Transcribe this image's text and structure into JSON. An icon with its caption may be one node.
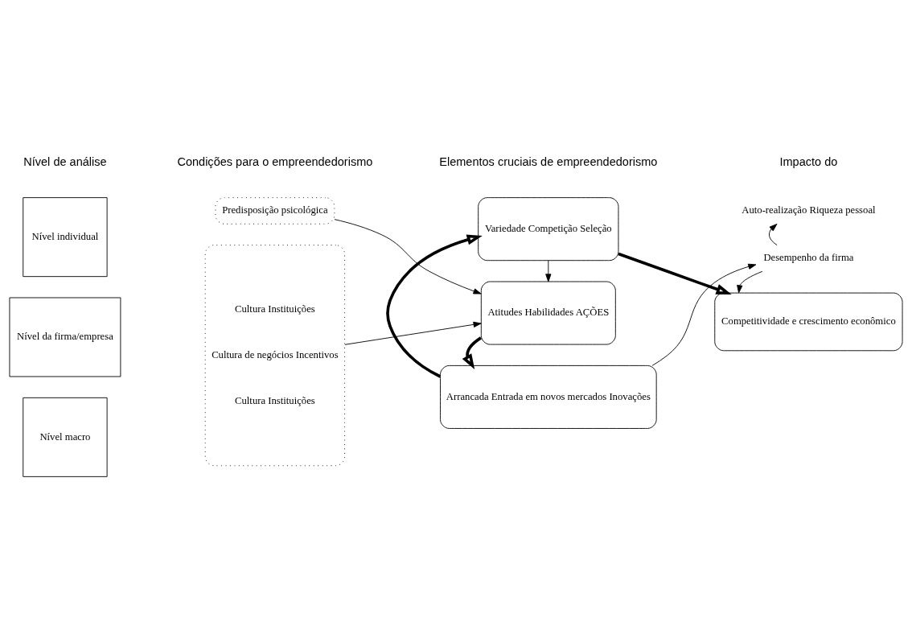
{
  "diagram": {
    "nodes": [
      {
        "text": [
          "Nível individual"
        ]
      },
      {
        "text": [
          "Nível da firma/empresa"
        ]
      },
      {
        "text": [
          "Nível macro"
        ]
      },
      {
        "text": [
          "Predisposição psicológica"
        ]
      },
      {
        "text": [
          "Cultura Instituições",
          "Cultura de negócios Incentivos",
          "Cultura Instituições"
        ]
      },
      {
        "text": [
          "Atitudes Habilidades AÇÕES"
        ]
      },
      {
        "text": [
          "Arrancada Entrada em novos mercados Inovações"
        ]
      },
      {
        "text": [
          "Variedade Competição Seleção"
        ]
      },
      {
        "text": [
          "Auto-realização Riqueza pessoal"
        ]
      },
      {
        "text": [
          "Desempenho da firma"
        ]
      },
      {
        "text": [
          "Competitividade e crescimento econômico"
        ]
      }
    ],
    "edges": [
      {
        "from": 3,
        "to": 5,
        "arrow": "to"
      },
      {
        "from": 4,
        "to": 5,
        "arrow": "to"
      },
      {
        "from": 5,
        "to": 6,
        "arrow": "to",
        "style": "thick"
      },
      {
        "from": 6,
        "to": 7,
        "arrow": "to",
        "style": "thick"
      },
      {
        "from": 7,
        "to": 5,
        "arrow": "to"
      },
      {
        "from": 6,
        "to": 9,
        "arrow": "to"
      },
      {
        "from": 9,
        "to": 8,
        "arrow": "to"
      },
      {
        "from": 9,
        "to": 10,
        "arrow": "to"
      },
      {
        "from": 7,
        "to": 10,
        "arrow": "to",
        "style": "thick"
      }
    ],
    "labels": [
      "Nível de análise",
      "Condições para o empreendedorismo",
      "Elementos cruciais de empreendedorismo",
      "Impacto do"
    ]
  }
}
